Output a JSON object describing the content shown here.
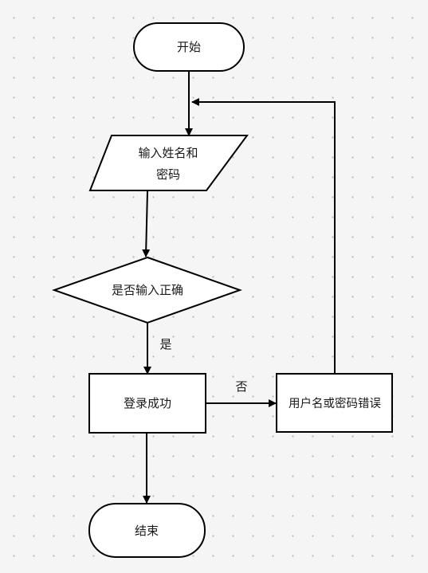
{
  "nodes": {
    "start": "开始",
    "input_line1": "输入姓名和",
    "input_line2": "密码",
    "decision": "是否输入正确",
    "success": "登录成功",
    "error": "用户名或密码错误",
    "end": "结束"
  },
  "edge_labels": {
    "yes": "是",
    "no": "否"
  }
}
